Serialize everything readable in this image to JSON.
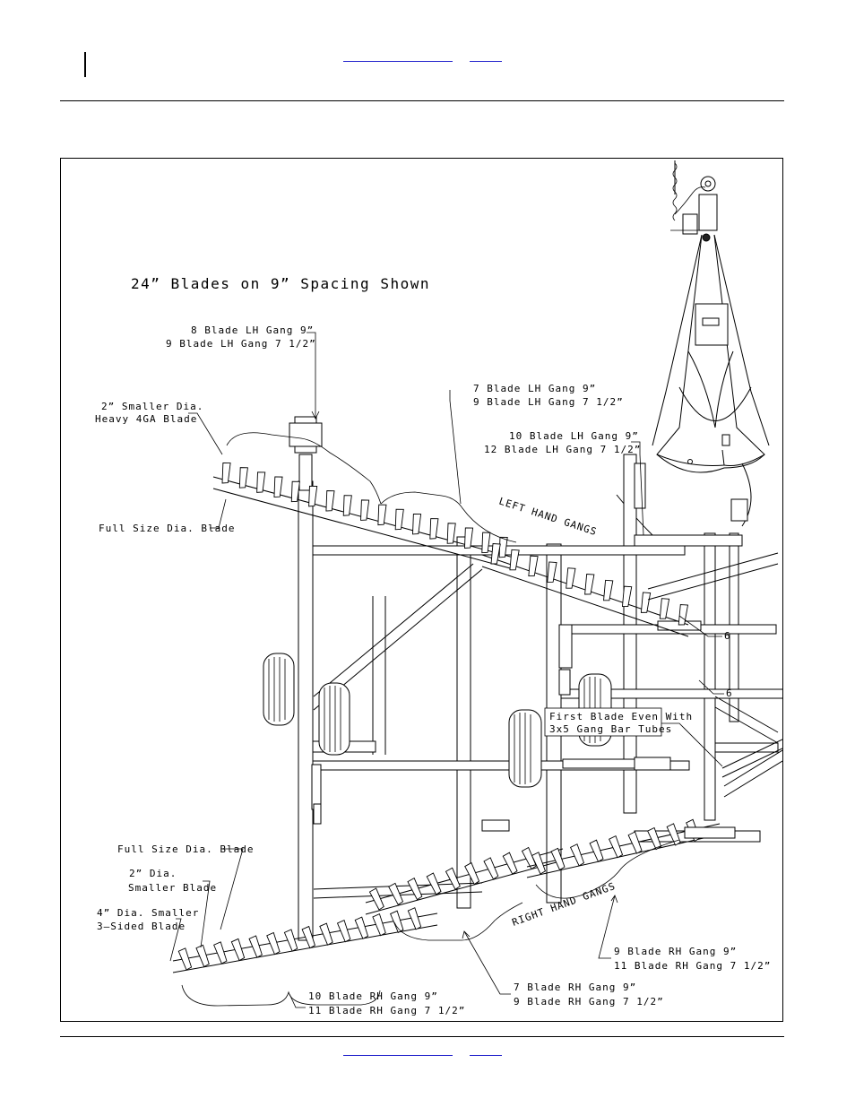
{
  "diagram": {
    "title": "24” Blades on 9” Spacing Shown",
    "callouts": {
      "lh_front_1": "8 Blade LH Gang 9”",
      "lh_front_2": "9 Blade LH Gang 7 1/2”",
      "smaller_dia_1": "2” Smaller Dia.",
      "smaller_dia_2": "Heavy 4GA Blade",
      "full_size_top": "Full Size Dia. Blade",
      "lh_mid_1": "7 Blade LH Gang 9”",
      "lh_mid_2": "9 Blade LH Gang 7 1/2”",
      "lh_rear_1": "10 Blade LH Gang 9”",
      "lh_rear_2": "12 Blade LH Gang 7 1/2”",
      "left_hand_gangs": "LEFT HAND GANGS",
      "right_hand_gangs": "RIGHT HAND GANGS",
      "first_blade_1": "First Blade Even With",
      "first_blade_2": "3x5 Gang Bar Tubes",
      "ref_6a": "6",
      "ref_6b": "6",
      "full_size_bottom": "Full Size Dia. Blade",
      "dia2_1": "2” Dia.",
      "dia2_2": "Smaller Blade",
      "dia4_1": "4” Dia. Smaller",
      "dia4_2": "3–Sided Blade",
      "rh_front_1": "10 Blade RH Gang 9”",
      "rh_front_2": "11 Blade RH Gang 7 1/2”",
      "rh_mid_1": "7 Blade RH Gang 9”",
      "rh_mid_2": "9 Blade RH Gang 7 1/2”",
      "rh_rear_1": "9 Blade RH Gang 9”",
      "rh_rear_2": "11 Blade RH Gang 7 1/2”"
    }
  },
  "colors": {
    "line": "#000000",
    "link": "#2222cc"
  }
}
